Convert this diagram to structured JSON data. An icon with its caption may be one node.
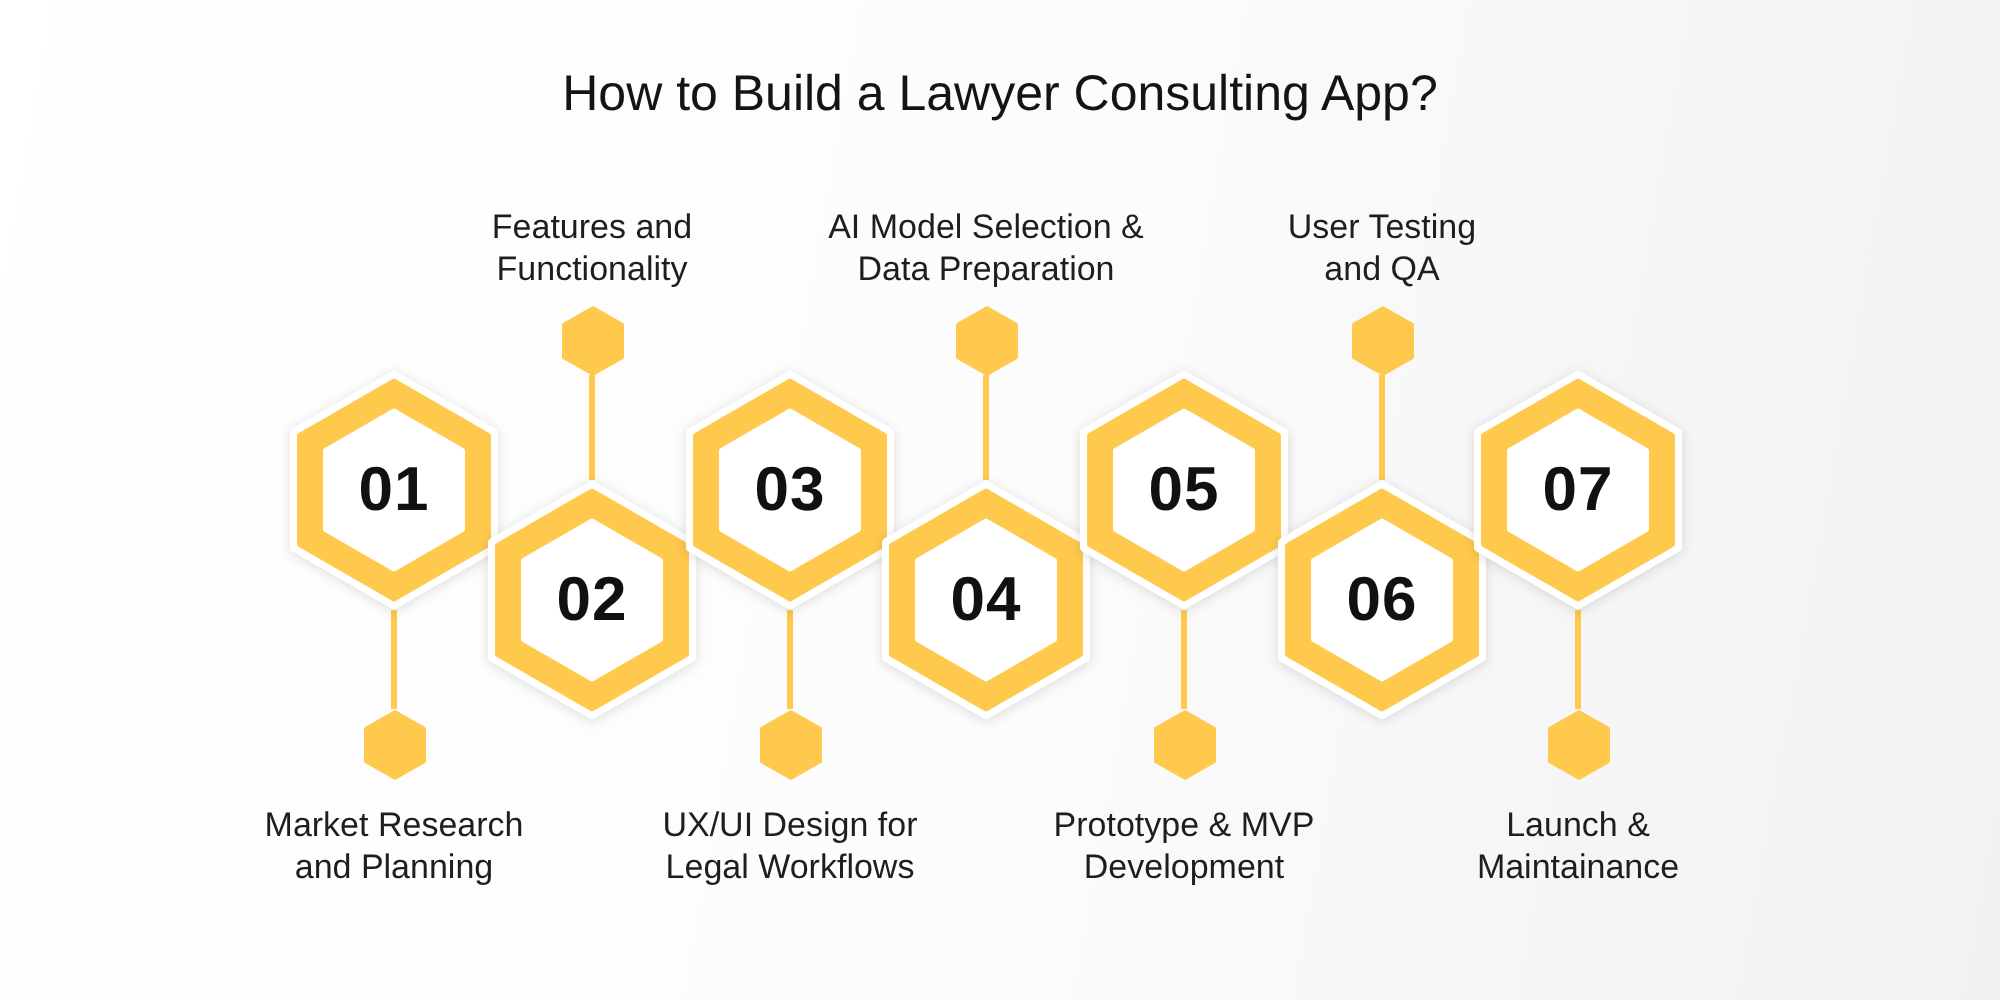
{
  "diagram": {
    "title": "How to Build a Lawyer Consulting App?",
    "nodes": [
      {
        "text": [
          "01"
        ]
      },
      {
        "text": [],
        "shape": "hexagon",
        "beside": [
          "Market Research and Planning"
        ]
      },
      {
        "text": [
          "02"
        ]
      },
      {
        "text": [],
        "shape": "hexagon",
        "beside": [
          "Features and Functionality"
        ]
      },
      {
        "text": [
          "03"
        ]
      },
      {
        "text": [],
        "shape": "hexagon",
        "beside": [
          "UX/UI Design for Legal Workflows"
        ]
      },
      {
        "text": [
          "04"
        ]
      },
      {
        "text": [],
        "shape": "hexagon",
        "beside": [
          "AI Model Selection & Data Preparation"
        ]
      },
      {
        "text": [
          "05"
        ]
      },
      {
        "text": [],
        "shape": "hexagon",
        "beside": [
          "Prototype & MVP Development"
        ]
      },
      {
        "text": [
          "06"
        ]
      },
      {
        "text": [],
        "shape": "hexagon",
        "beside": [
          "User Testing and QA"
        ]
      },
      {
        "text": [
          "07"
        ]
      },
      {
        "text": [],
        "shape": "hexagon",
        "beside": [
          "Launch & Maintainance"
        ]
      }
    ],
    "edges": [
      {
        "from": 0,
        "to": 1,
        "arrow": "none"
      },
      {
        "from": 2,
        "to": 3,
        "arrow": "none"
      },
      {
        "from": 4,
        "to": 5,
        "arrow": "none"
      },
      {
        "from": 6,
        "to": 7,
        "arrow": "none"
      },
      {
        "from": 8,
        "to": 9,
        "arrow": "none"
      },
      {
        "from": 10,
        "to": 11,
        "arrow": "none"
      },
      {
        "from": 12,
        "to": 13,
        "arrow": "none"
      }
    ]
  }
}
